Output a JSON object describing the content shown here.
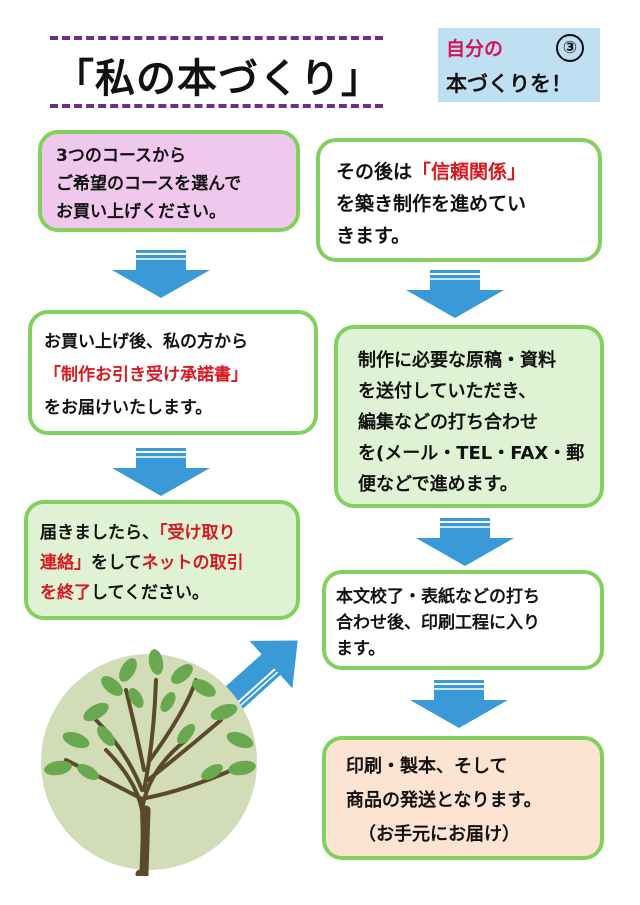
{
  "title": {
    "main": "「私の本づくり」"
  },
  "badge": {
    "line1": "自分の",
    "number": "③",
    "line2": "本づくりを！"
  },
  "steps": {
    "step1": {
      "text": "3つのコースから\nご希望のコースを選んで\nお買い上げください。"
    },
    "step2": {
      "pre": "お買い上げ後、私の方から\n",
      "highlight": "「制作お引き受け承諾書」",
      "post": "\nをお届けいたします。"
    },
    "step3": {
      "p1": "届きましたら、",
      "h1": "「受け取り\n連絡」",
      "p2": "をして",
      "h2": "ネットの取引\nを終了",
      "p3": "してください。"
    },
    "step4": {
      "pre": "その後は",
      "highlight": "「信頼関係」",
      "post": "\nを築き制作を進めてい\nきます。"
    },
    "step5": {
      "text": "制作に必要な原稿・資料\nを送付していただき、\n編集などの打ち合わせ\nを(メール・TEL・FAX・郵\n便などで進めます。"
    },
    "step6": {
      "text": "本文校了・表紙などの打ち\n合わせ後、印刷工程に入り\nます。"
    },
    "step7": {
      "line1": "印刷・製本、そして",
      "line2": "商品の発送となります。",
      "line3": "（お手元にお届け）"
    }
  },
  "colors": {
    "border_green": "#82d15f",
    "pink_fill": "#f0c8ee",
    "light_green_fill": "#dff3d4",
    "peach_fill": "#fde4d2",
    "arrow_blue": "#3a9ad8",
    "title_dash": "#6b2d8f",
    "badge_fill": "#bfe0f2",
    "badge_text": "#d4145a",
    "highlight_red": "#d71920",
    "tree_circle": "#d2ddb8",
    "leaf_green": "#6aa84f",
    "trunk_brown": "#5a4a2a"
  }
}
